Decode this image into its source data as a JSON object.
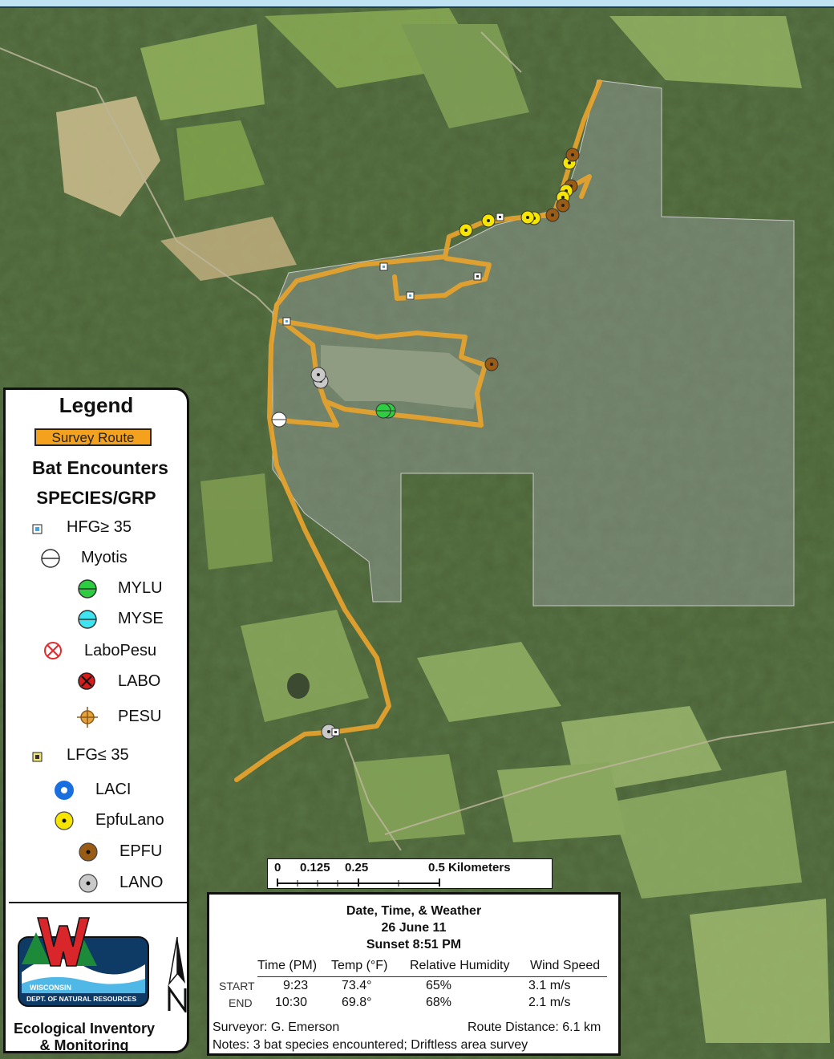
{
  "legend": {
    "title": "Legend",
    "route": "Survey Route",
    "bat_title": "Bat Encounters",
    "species_title": "SPECIES/GRP",
    "items": [
      {
        "label": "HFG≥ 35",
        "icon": "hfg-square-icon",
        "color": "#4aa3d8"
      },
      {
        "label": "Myotis",
        "icon": "myotis-circle-icon",
        "color": "#ffffff"
      },
      {
        "label": "MYLU",
        "icon": "mylu-circle-icon",
        "color": "#2ecc40"
      },
      {
        "label": "MYSE",
        "icon": "myse-circle-icon",
        "color": "#3ee4f0"
      },
      {
        "label": "LaboPesu",
        "icon": "labopesu-x-icon",
        "color": "#e22b2b"
      },
      {
        "label": "LABO",
        "icon": "labo-x-icon",
        "color": "#d81b1b"
      },
      {
        "label": "PESU",
        "icon": "pesu-crosshair-icon",
        "color": "#e8a23a"
      },
      {
        "label": "LFG≤ 35",
        "icon": "lfg-square-icon",
        "color": "#f2e57a"
      },
      {
        "label": "LACI",
        "icon": "laci-ring-icon",
        "color": "#1a6fe0"
      },
      {
        "label": "EpfuLano",
        "icon": "epfulano-dot-icon",
        "color": "#f5e500"
      },
      {
        "label": "EPFU",
        "icon": "epfu-dot-icon",
        "color": "#9a5b14"
      },
      {
        "label": "LANO",
        "icon": "lano-dot-icon",
        "color": "#c9c9c9"
      }
    ],
    "logo": {
      "line1": "WISCONSIN",
      "line2": "DEPT. OF NATURAL RESOURCES"
    },
    "org_line1": "Ecological Inventory",
    "org_line2": "& Monitoring"
  },
  "scale": {
    "ticks": [
      "0",
      "0.125",
      "0.25",
      "0.5 Kilometers"
    ]
  },
  "info": {
    "title": "Date, Time, & Weather",
    "date": "26 June 11",
    "sunset": "Sunset 8:51 PM",
    "headers": [
      "Time (PM)",
      "Temp (°F)",
      "Relative Humidity",
      "Wind Speed"
    ],
    "rows": [
      {
        "label": "START",
        "time": "9:23",
        "temp": "73.4°",
        "rh": "65%",
        "wind": "3.1 m/s"
      },
      {
        "label": "END",
        "time": "10:30",
        "temp": "69.8°",
        "rh": "68%",
        "wind": "2.1 m/s"
      }
    ],
    "surveyor": "Surveyor: G. Emerson",
    "distance": "Route Distance: 6.1 km",
    "notes": "Notes: 3 bat species encountered; Driftless area survey"
  },
  "colors": {
    "route": "#e8a32c",
    "boundary": "#8a8a8a",
    "forest": "#2f4a22",
    "field": "#7f9a4e"
  }
}
